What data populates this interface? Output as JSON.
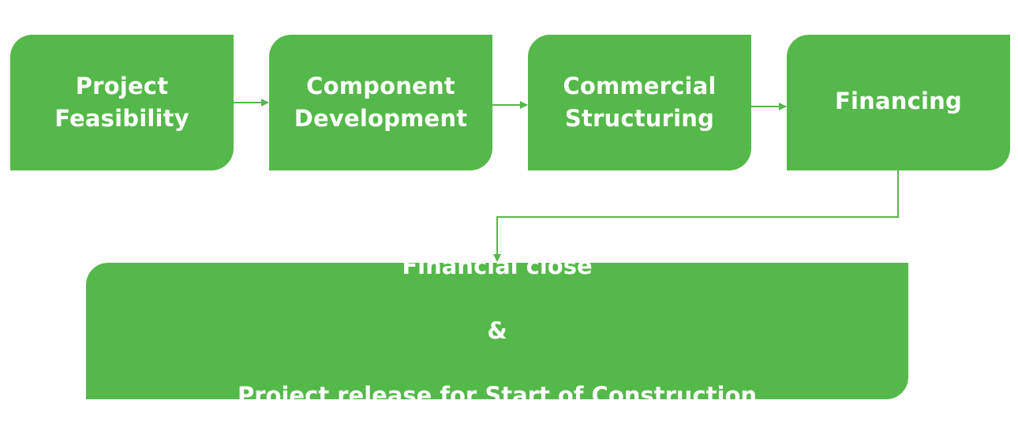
{
  "colors": {
    "box_fill": "#55b84a",
    "box_text": "#ffffff",
    "connector": "#55b84a",
    "background": "#ffffff"
  },
  "steps": [
    {
      "label": "Project\nFeasibility"
    },
    {
      "label": "Component\nDevelopment"
    },
    {
      "label": "Commercial\nStructuring"
    },
    {
      "label": "Financing"
    }
  ],
  "final_step": {
    "line1": "Financial close",
    "line2": "&",
    "line3": "Project release for Start of Construction"
  }
}
